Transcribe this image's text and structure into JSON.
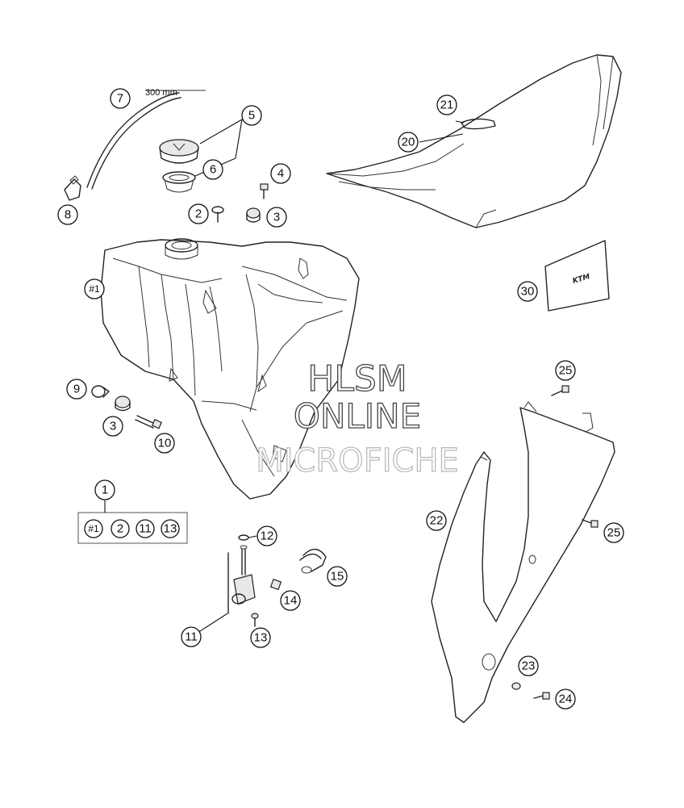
{
  "hose_length_label": "300 mm",
  "watermark": {
    "line1": "HLSM",
    "line2": "ONLINE",
    "line3": "MICROFICHE"
  },
  "decal_logo_text": "KTM",
  "kit": {
    "label": "1",
    "contents": [
      "#1",
      "2",
      "11",
      "13"
    ]
  },
  "callouts": {
    "tank": "#1",
    "screw_top": "2",
    "bushing_top": "3",
    "bolt_top": "4",
    "cap": "5",
    "seal_ring": "6",
    "hose": "7",
    "elbow": "8",
    "screw_left": "9",
    "bushing_left": "3",
    "bolt_left": "10",
    "fuel_tap": "11",
    "o_ring": "12",
    "tap_screw": "13",
    "nut": "14",
    "fuel_hose": "15",
    "seat": "20",
    "seat_pad": "21",
    "side_panel": "22",
    "washer": "23",
    "bolt_bottom": "24",
    "bolt_upper": "25",
    "bolt_mid": "25",
    "decal": "30"
  }
}
